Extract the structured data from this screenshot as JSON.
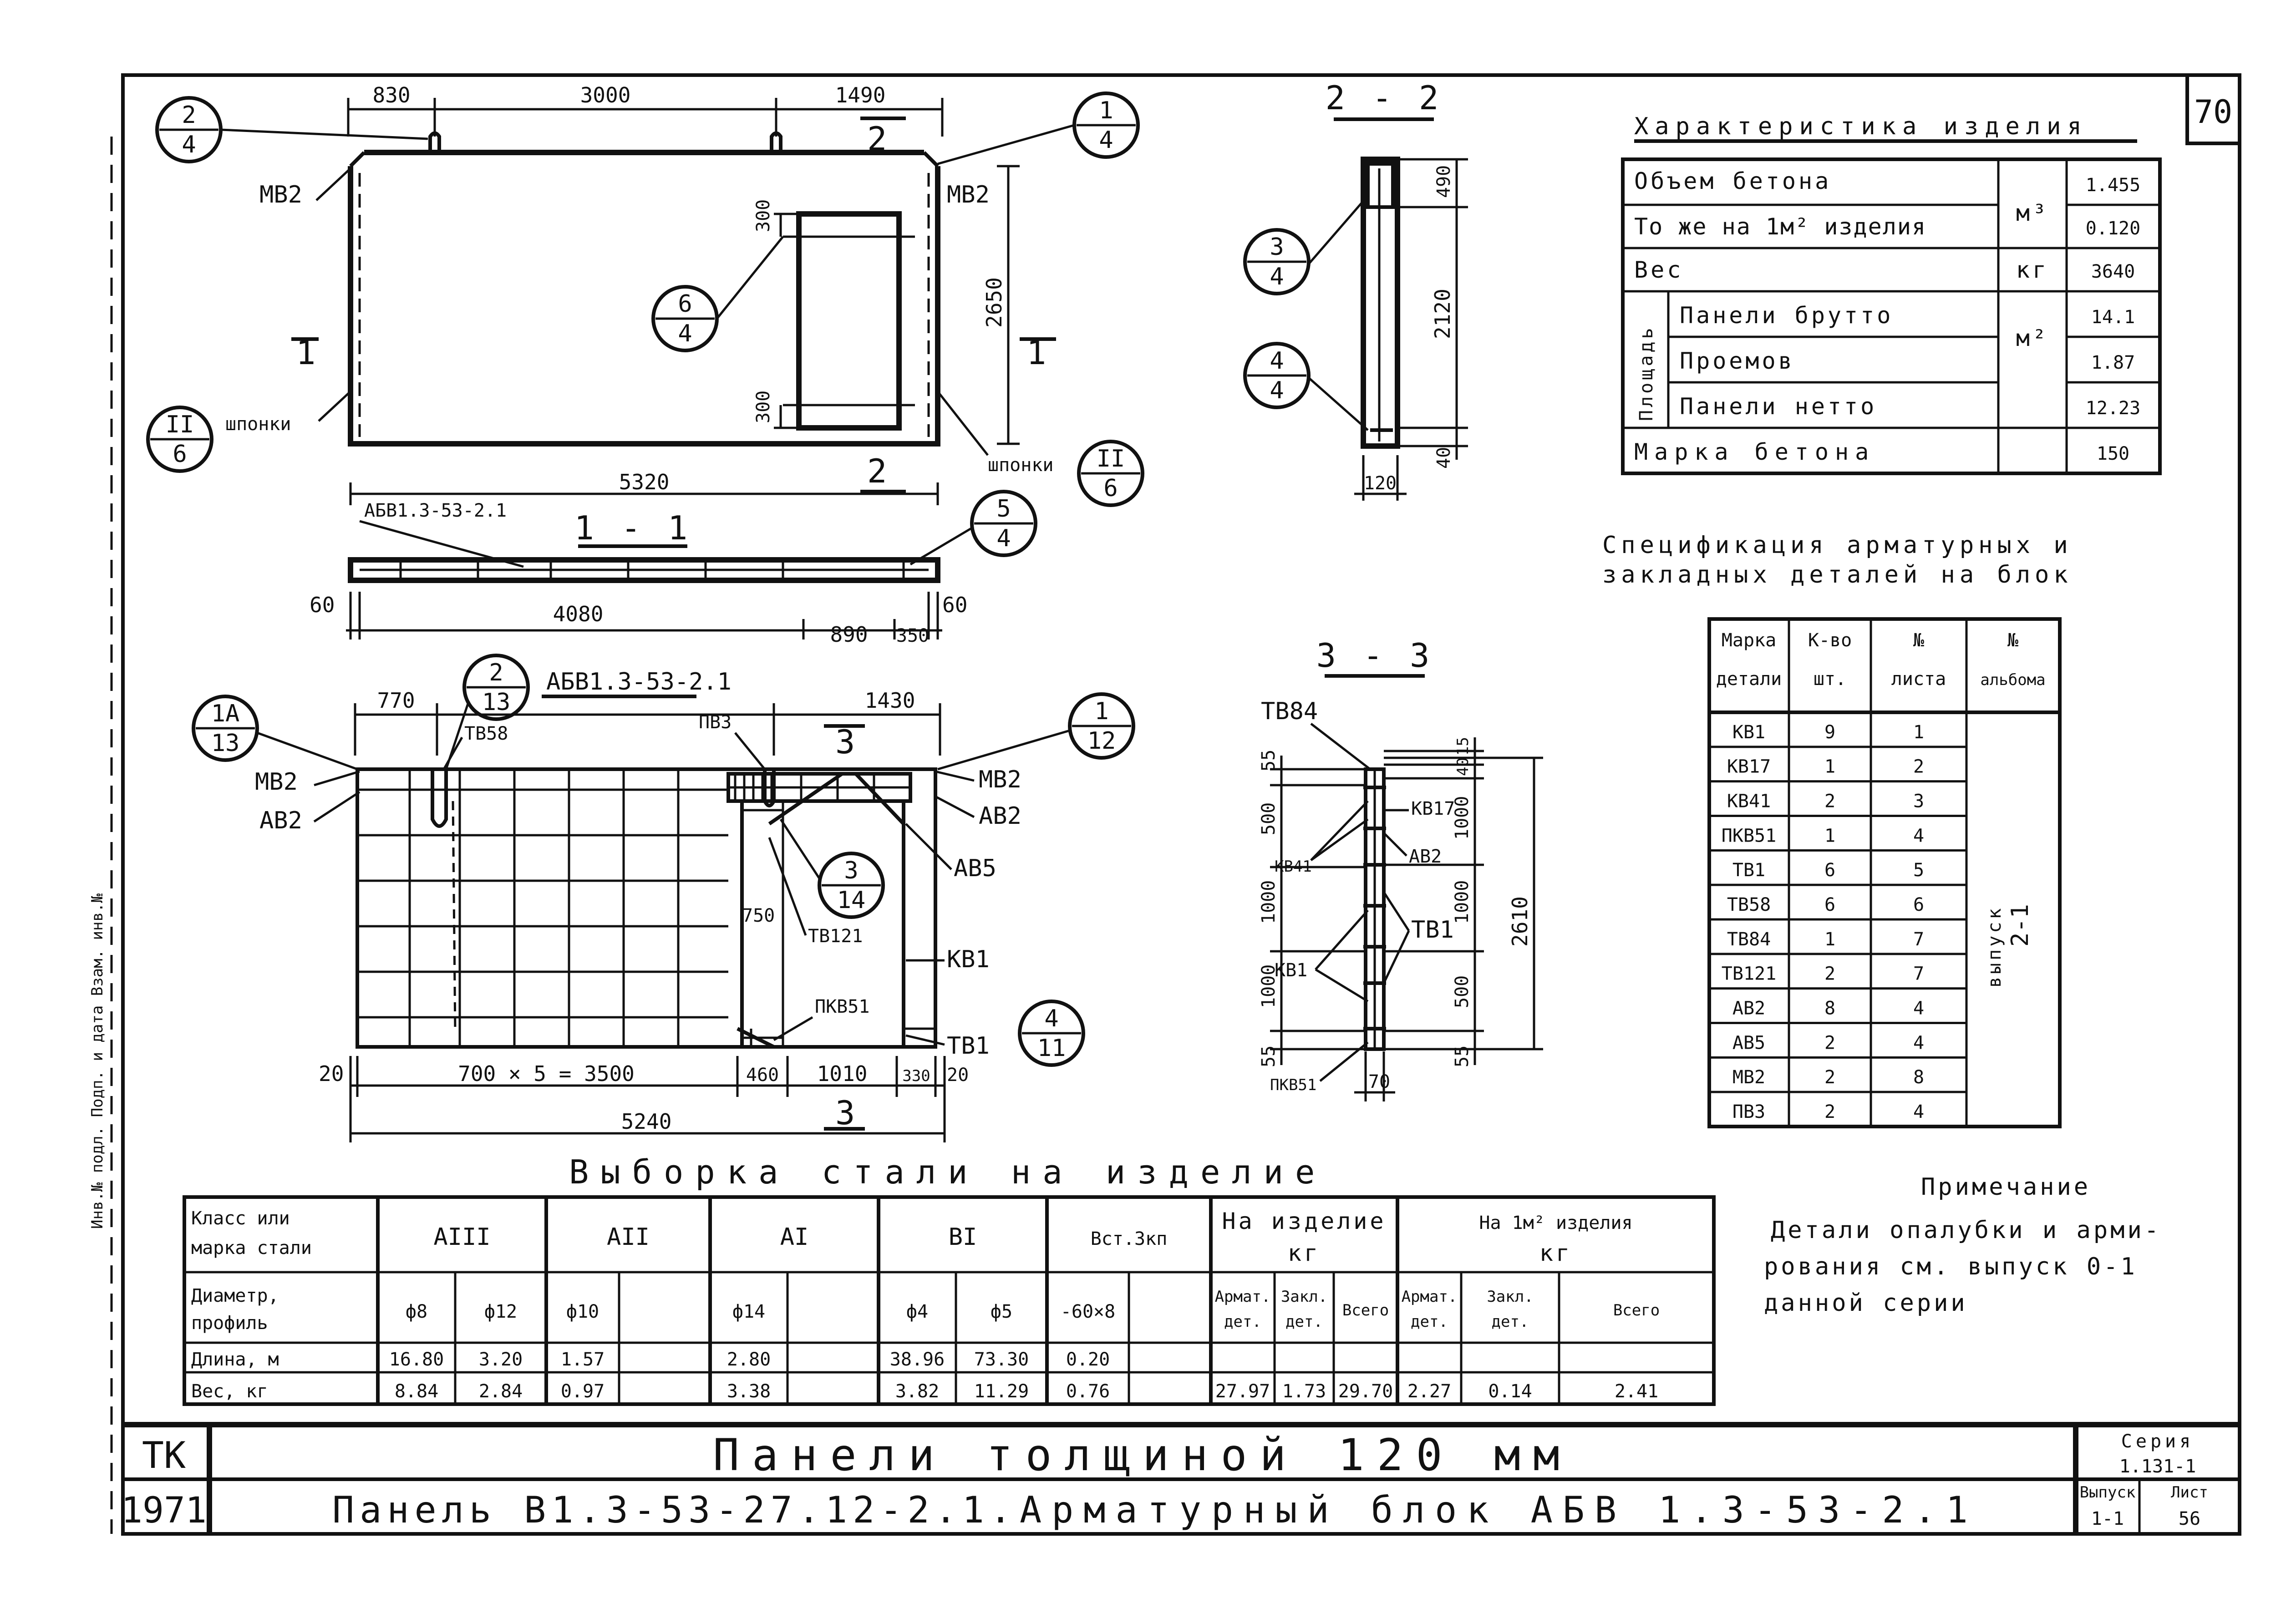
{
  "sheet": {
    "page_number": "70",
    "stamp_code": "ТК",
    "stamp_year": "1971",
    "main_title": "Панели толщиной 120 мм",
    "sub_title": "Панель В1.3-53-27.12-2.1.",
    "block_title": "Арматурный блок АБВ 1.3-53-2.1",
    "series_label": "Серия",
    "series_value": "1.131-1",
    "issue_label": "Выпуск",
    "issue_value": "1-1",
    "sheet_label": "Лист",
    "sheet_value": "56",
    "margin_note": "Инв.№ подл.    Подп. и дата    Взам. инв.№"
  },
  "elevation": {
    "dims_top": [
      "830",
      "3000",
      "1490"
    ],
    "dim_height": "2650",
    "dims_window": [
      "300",
      "300"
    ],
    "dim_length": "5320",
    "labels": {
      "mb2_left": "МВ2",
      "mb2_right": "МВ2",
      "shponki_left": "шпонки",
      "shponki_right": "шпонки"
    },
    "callouts": [
      {
        "top": "2",
        "bottom": "4"
      },
      {
        "top": "1",
        "bottom": "4"
      },
      {
        "top": "6",
        "bottom": "4"
      },
      {
        "top": "II",
        "bottom": "6"
      },
      {
        "top": "II",
        "bottom": "6"
      }
    ],
    "cut_marks": {
      "c1": "1",
      "c2": "2",
      "c2b": "2",
      "c1b": "1"
    }
  },
  "section_1_1": {
    "title": "1 - 1",
    "block_label": "АБВ1.3-53-2.1",
    "callout": {
      "top": "5",
      "bottom": "4"
    },
    "dims": [
      "60",
      "4080",
      "890",
      "350",
      "60"
    ]
  },
  "section_2_2": {
    "title": "2 - 2",
    "dims": [
      "490",
      "2120",
      "40",
      "120"
    ],
    "callouts": [
      {
        "top": "3",
        "bottom": "4"
      },
      {
        "top": "4",
        "bottom": "4"
      }
    ]
  },
  "section_3_3": {
    "title": "3 - 3",
    "labels": [
      "ТВ84",
      "КВ17",
      "КВ41",
      "АВ2",
      "ТВ1",
      "КВ1",
      "ПКВ51"
    ],
    "dims_left": [
      "55",
      "500",
      "1000",
      "1000",
      "55"
    ],
    "dims_right": [
      "15",
      "40",
      "1000",
      "1000",
      "500",
      "55"
    ],
    "dim_total": "2610",
    "dim_bottom": "70"
  },
  "block_plan": {
    "title": "АБВ1.3-53-2.1",
    "dims_top": [
      "770",
      "1430"
    ],
    "labels": {
      "tb58": "ТВ58",
      "pv3": "ПВ3",
      "mb2_l": "МВ2",
      "ab2_l": "АВ2",
      "mb2_r": "МВ2",
      "ab2_r": "АВ2",
      "ab5": "АВ5",
      "tb121": "ТВ121",
      "kb1": "КВ1",
      "pkb51": "ПКВ51",
      "tb1": "ТВ1",
      "d750": "750"
    },
    "callouts": [
      {
        "top": "1А",
        "bottom": "13"
      },
      {
        "top": "2",
        "bottom": "13"
      },
      {
        "top": "1",
        "bottom": "12"
      },
      {
        "top": "3",
        "bottom": "14"
      },
      {
        "top": "4",
        "bottom": "11"
      }
    ],
    "dims_bottom": [
      "20",
      "700 × 5 = 3500",
      "460",
      "1010",
      "330",
      "20"
    ],
    "dim_total": "5240",
    "cut_marks": {
      "c3": "3",
      "c3b": "3"
    }
  },
  "characteristics": {
    "title": "Характеристика изделия",
    "rows": [
      {
        "name": "Объем бетона",
        "unit": "м³",
        "value": "1.455"
      },
      {
        "name": "То же на 1м² изделия",
        "unit": "",
        "value": "0.120"
      },
      {
        "name": "Вес",
        "unit": "кг",
        "value": "3640"
      },
      {
        "name": "Панели брутто",
        "unit": "м²",
        "value": "14.1"
      },
      {
        "name": "Проемов",
        "unit": "",
        "value": "1.87"
      },
      {
        "name": "Панели нетто",
        "unit": "",
        "value": "12.23"
      },
      {
        "name": "Марка бетона",
        "unit": "",
        "value": "150"
      }
    ],
    "area_label": "Площадь"
  },
  "specification": {
    "title_line1": "Спецификация арматурных и",
    "title_line2": "закладных деталей на блок",
    "headers": [
      "Марка детали",
      "К-во шт.",
      "№ листа",
      "№ альбома"
    ],
    "header_lines": [
      [
        "Марка",
        "детали"
      ],
      [
        "К-во",
        "шт."
      ],
      [
        "№",
        "листа"
      ],
      [
        "№",
        "альбома"
      ]
    ],
    "rows": [
      [
        "КВ1",
        "9",
        "1"
      ],
      [
        "КВ17",
        "1",
        "2"
      ],
      [
        "КВ41",
        "2",
        "3"
      ],
      [
        "ПКВ51",
        "1",
        "4"
      ],
      [
        "ТВ1",
        "6",
        "5"
      ],
      [
        "ТВ58",
        "6",
        "6"
      ],
      [
        "ТВ84",
        "1",
        "7"
      ],
      [
        "ТВ121",
        "2",
        "7"
      ],
      [
        "АВ2",
        "8",
        "4"
      ],
      [
        "АВ5",
        "2",
        "4"
      ],
      [
        "МВ2",
        "2",
        "8"
      ],
      [
        "ПВ3",
        "2",
        "4"
      ]
    ],
    "album_line1": "выпуск",
    "album_line2": "2-1"
  },
  "steel": {
    "title": "Выборка стали на изделие",
    "h_class": [
      "Класс или",
      "марка стали"
    ],
    "classes": [
      "АIII",
      "АII",
      "АI",
      "ВI",
      "Вст.3кп"
    ],
    "h_product": [
      "На изделие",
      "кг"
    ],
    "h_per_m2": [
      "На 1м² изделия",
      "кг"
    ],
    "h_diameter": [
      "Диаметр,",
      "профиль"
    ],
    "diameters": [
      "ф8",
      "ф12",
      "ф10",
      "",
      "ф14",
      "",
      "ф4",
      "ф5",
      "-60×8",
      ""
    ],
    "sub_cols": [
      [
        "Армат.",
        "дет."
      ],
      [
        "Закл.",
        "дет."
      ],
      [
        "Всего"
      ],
      [
        "Армат.",
        "дет."
      ],
      [
        "Закл.",
        "дет."
      ],
      [
        "Всего"
      ]
    ],
    "length_label": "Длина, м",
    "length": [
      "16.80",
      "3.20",
      "1.57",
      "",
      "2.80",
      "",
      "38.96",
      "73.30",
      "0.20",
      ""
    ],
    "length_tot": [
      "",
      "",
      "",
      "",
      "",
      ""
    ],
    "weight_label": "Вес, кг",
    "weight": [
      "8.84",
      "2.84",
      "0.97",
      "",
      "3.38",
      "",
      "3.82",
      "11.29",
      "0.76",
      ""
    ],
    "weight_tot": [
      "27.97",
      "1.73",
      "29.70",
      "2.27",
      "0.14",
      "2.41"
    ]
  },
  "note": {
    "title": "Примечание",
    "lines": [
      "Детали опалубки и арми-",
      "рования см. выпуск 0-1",
      "данной серии"
    ]
  }
}
